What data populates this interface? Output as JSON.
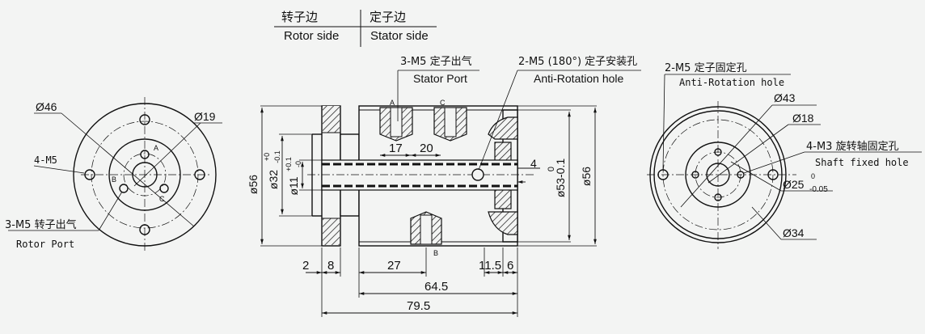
{
  "legend": {
    "rotor_cn": "转子边",
    "stator_cn": "定子边",
    "rotor_en": "Rotor side",
    "stator_en": "Stator side"
  },
  "left_view": {
    "dia_outer": "Ø46",
    "dia_inner": "Ø19",
    "holes": "4-M5",
    "port_callout": "3-M5 转子出气",
    "port_callout_en": "Rotor Port",
    "port_letters": [
      "A",
      "B",
      "C"
    ]
  },
  "center_view": {
    "stator_port": "3-M5 定子出气",
    "stator_port_en": "Stator Port",
    "anti_rot": "2-M5 (180°) 定子安装孔",
    "anti_rot_en": "Anti-Rotation hole",
    "port_letters": [
      "A",
      "C",
      "B"
    ],
    "dims": {
      "d56": "ø56",
      "d32": "ø32",
      "d32_up": "+0",
      "d32_low": "-0.1",
      "d11": "ø11",
      "d11_up": "+0.1",
      "d11_low": "-0",
      "d53": "ø53-0.1",
      "d53_up": "0",
      "d56_right": "ø56",
      "d4": "4",
      "d17": "17",
      "d20": "20",
      "d2": "2",
      "d8": "8",
      "d27": "27",
      "d11_5": "11.5",
      "d6": "6",
      "d64_5": "64.5",
      "d79_5": "79.5"
    }
  },
  "right_view": {
    "anti_rot": "2-M5 定子固定孔",
    "anti_rot_en": "Anti-Rotation hole",
    "dia43": "Ø43",
    "dia18": "Ø18",
    "shaft_holes": "4-M3 旋转轴固定孔",
    "shaft_holes_en": "Shaft fixed hole",
    "dia25": "Ø25",
    "dia25_tol_up": "0",
    "dia25_tol_low": "-0.05",
    "dia34": "Ø34"
  }
}
